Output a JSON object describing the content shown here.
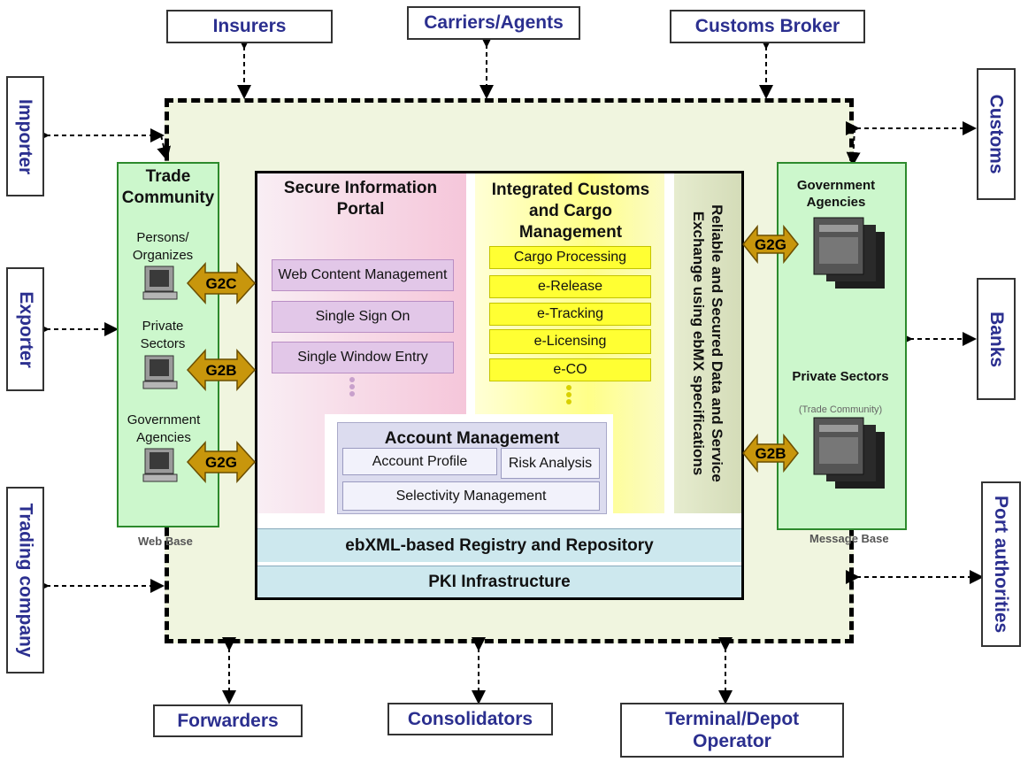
{
  "external_parties": {
    "insurers": "Insurers",
    "carriers_agents": "Carriers/Agents",
    "customs_broker": "Customs Broker",
    "importer": "Importer",
    "exporter": "Exporter",
    "trading_company": "Trading company",
    "customs": "Customs",
    "banks": "Banks",
    "port_authorities": "Port authorities",
    "forwarders": "Forwarders",
    "consolidators": "Consolidators",
    "terminal_depot_operator": "Terminal/Depot Operator"
  },
  "trade_community": {
    "title": "Trade Community",
    "persons": "Persons/ Organizes",
    "private": "Private Sectors",
    "government": "Government Agencies",
    "base_label": "Web Base"
  },
  "right_panel": {
    "government": "Government Agencies",
    "private": "Private Sectors",
    "private_sub": "(Trade Community)",
    "base_label": "Message Base"
  },
  "arrows": {
    "g2c": "G2C",
    "g2b_left": "G2B",
    "g2g_left": "G2G",
    "g2g_right": "G2G",
    "g2b_right": "G2B"
  },
  "portal": {
    "title": "Secure Information Portal",
    "items": [
      "Web Content Management",
      "Single Sign On",
      "Single Window Entry"
    ]
  },
  "customs_cargo": {
    "title": "Integrated Customs and Cargo Management",
    "items": [
      "Cargo Processing",
      "e-Release",
      "e-Tracking",
      "e-Licensing",
      "e-CO"
    ]
  },
  "exchange": {
    "text": "Reliable and Secured Data and Service Exchange using ebMX specifications"
  },
  "account": {
    "title": "Account Management",
    "profile": "Account Profile",
    "risk": "Risk Analysis",
    "selectivity": "Selectivity Management"
  },
  "registry": "ebXML-based Registry and Repository",
  "pki": "PKI Infrastructure"
}
